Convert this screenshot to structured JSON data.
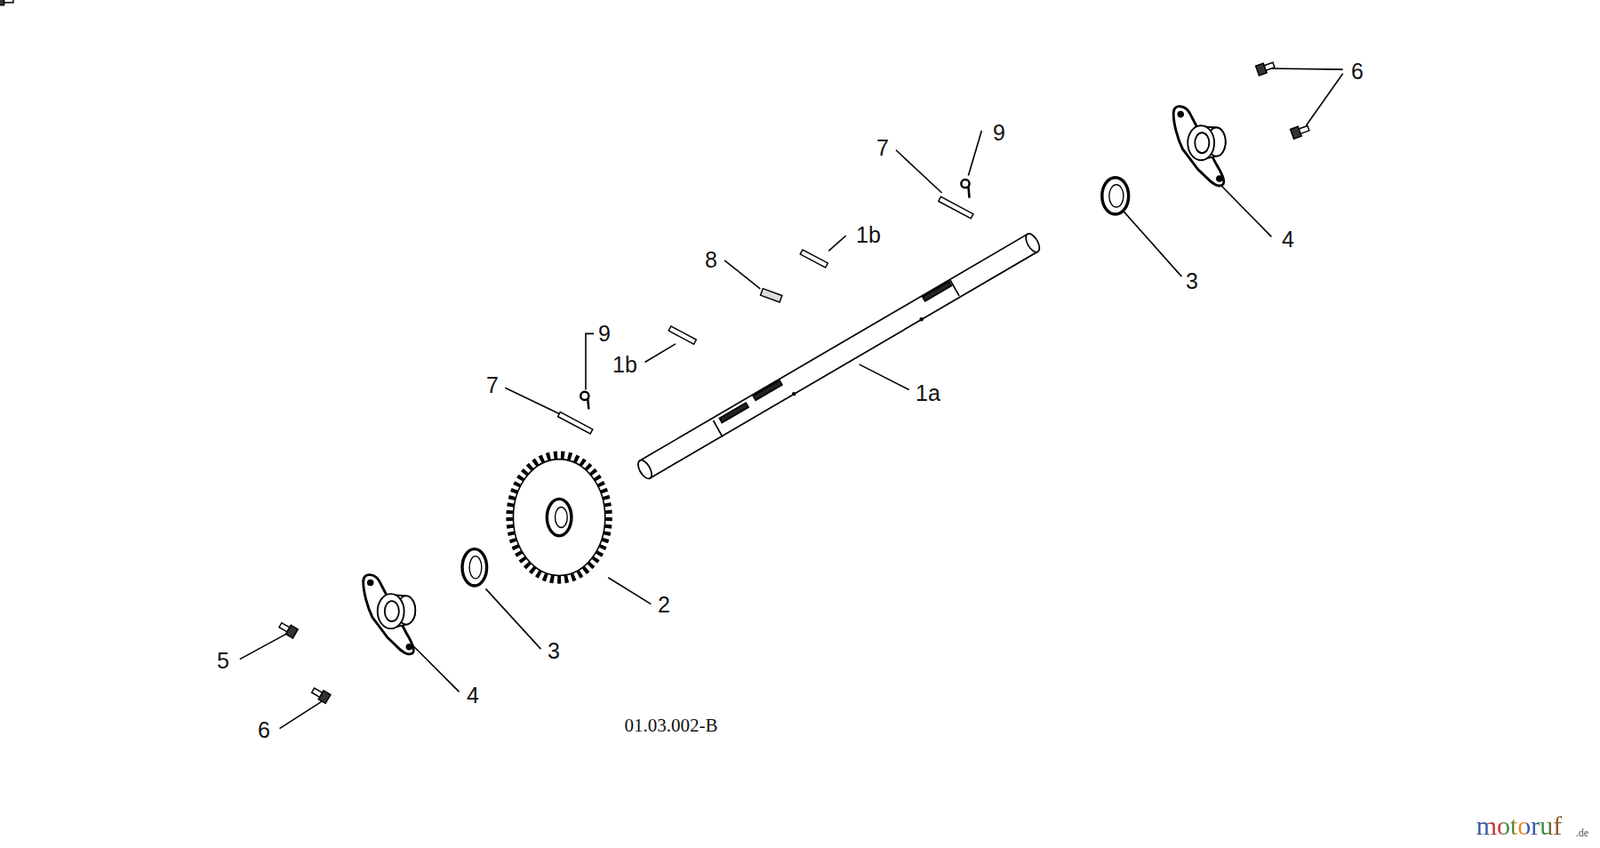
{
  "diagram": {
    "labels": [
      "6",
      "9",
      "7",
      "4",
      "1b",
      "8",
      "3",
      "9",
      "1b",
      "1a",
      "7",
      "2",
      "3",
      "5",
      "4",
      "6",
      "01.03.002-B",
      "motoruf",
      ".de"
    ]
  }
}
